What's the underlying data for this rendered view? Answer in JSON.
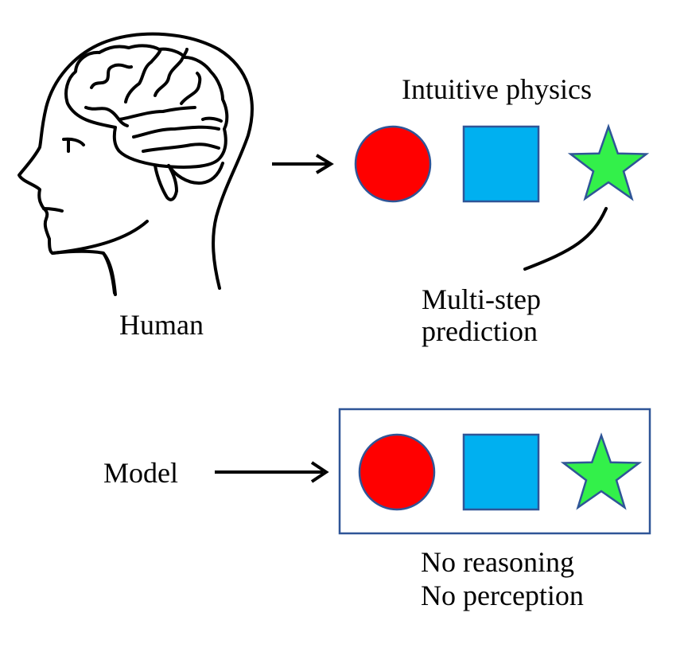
{
  "human": {
    "label": "Human",
    "icon": "head-with-brain-icon"
  },
  "top_panel": {
    "title": "Intuitive physics",
    "annotation_line1": "Multi-step",
    "annotation_line2": "prediction",
    "shapes": [
      {
        "kind": "circle",
        "fill": "#FF0000",
        "stroke": "#2F5597"
      },
      {
        "kind": "square",
        "fill": "#00B0F0",
        "stroke": "#2F5597"
      },
      {
        "kind": "star",
        "fill": "#33F04A",
        "stroke": "#2F5597"
      }
    ]
  },
  "model": {
    "label": "Model",
    "box_stroke": "#2F5597",
    "caption_line1": "No reasoning",
    "caption_line2": "No perception",
    "shapes": [
      {
        "kind": "circle",
        "fill": "#FF0000",
        "stroke": "#2F5597"
      },
      {
        "kind": "square",
        "fill": "#00B0F0",
        "stroke": "#2F5597"
      },
      {
        "kind": "star",
        "fill": "#33F04A",
        "stroke": "#2F5597"
      }
    ]
  }
}
